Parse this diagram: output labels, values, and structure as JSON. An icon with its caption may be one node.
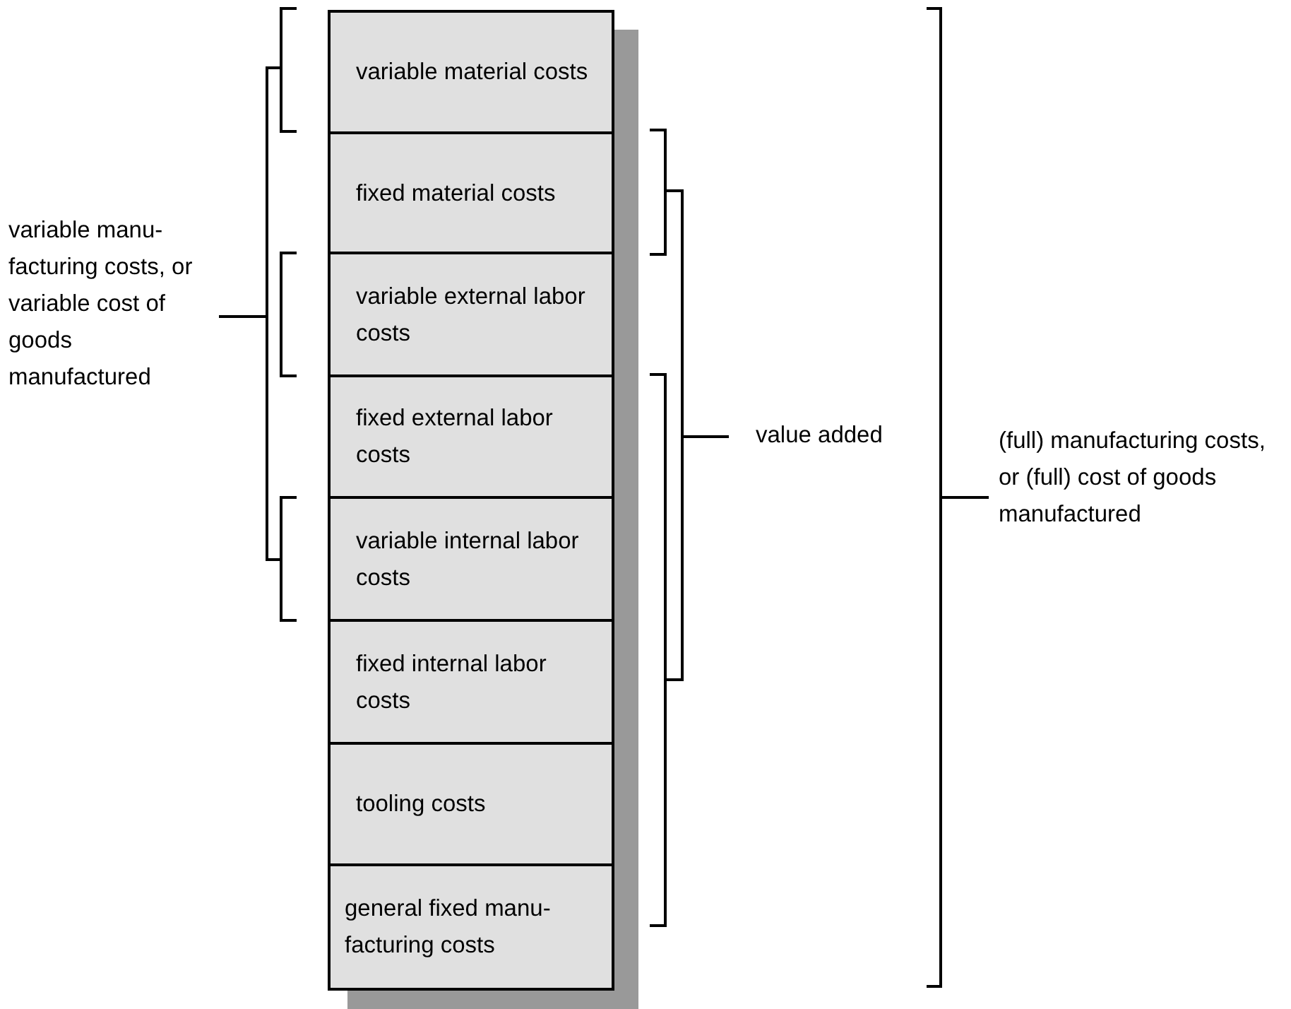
{
  "diagram": {
    "nodes": [
      {
        "text": [
          "variable material costs"
        ]
      },
      {
        "text": [
          "fixed material costs"
        ]
      },
      {
        "text": [
          "variable external labor costs"
        ]
      },
      {
        "text": [
          "fixed external labor costs"
        ]
      },
      {
        "text": [
          "variable internal labor costs"
        ]
      },
      {
        "text": [
          "fixed internal labor costs"
        ]
      },
      {
        "text": [
          "tooling costs"
        ]
      },
      {
        "text": [
          "general fixed manu- facturing costs"
        ]
      }
    ],
    "labels": [
      "variable manu- facturing costs, or variable cost of goods manufactured",
      "value added",
      "(full) manufacturing costs, or (full) cost of goods manufactured"
    ]
  }
}
